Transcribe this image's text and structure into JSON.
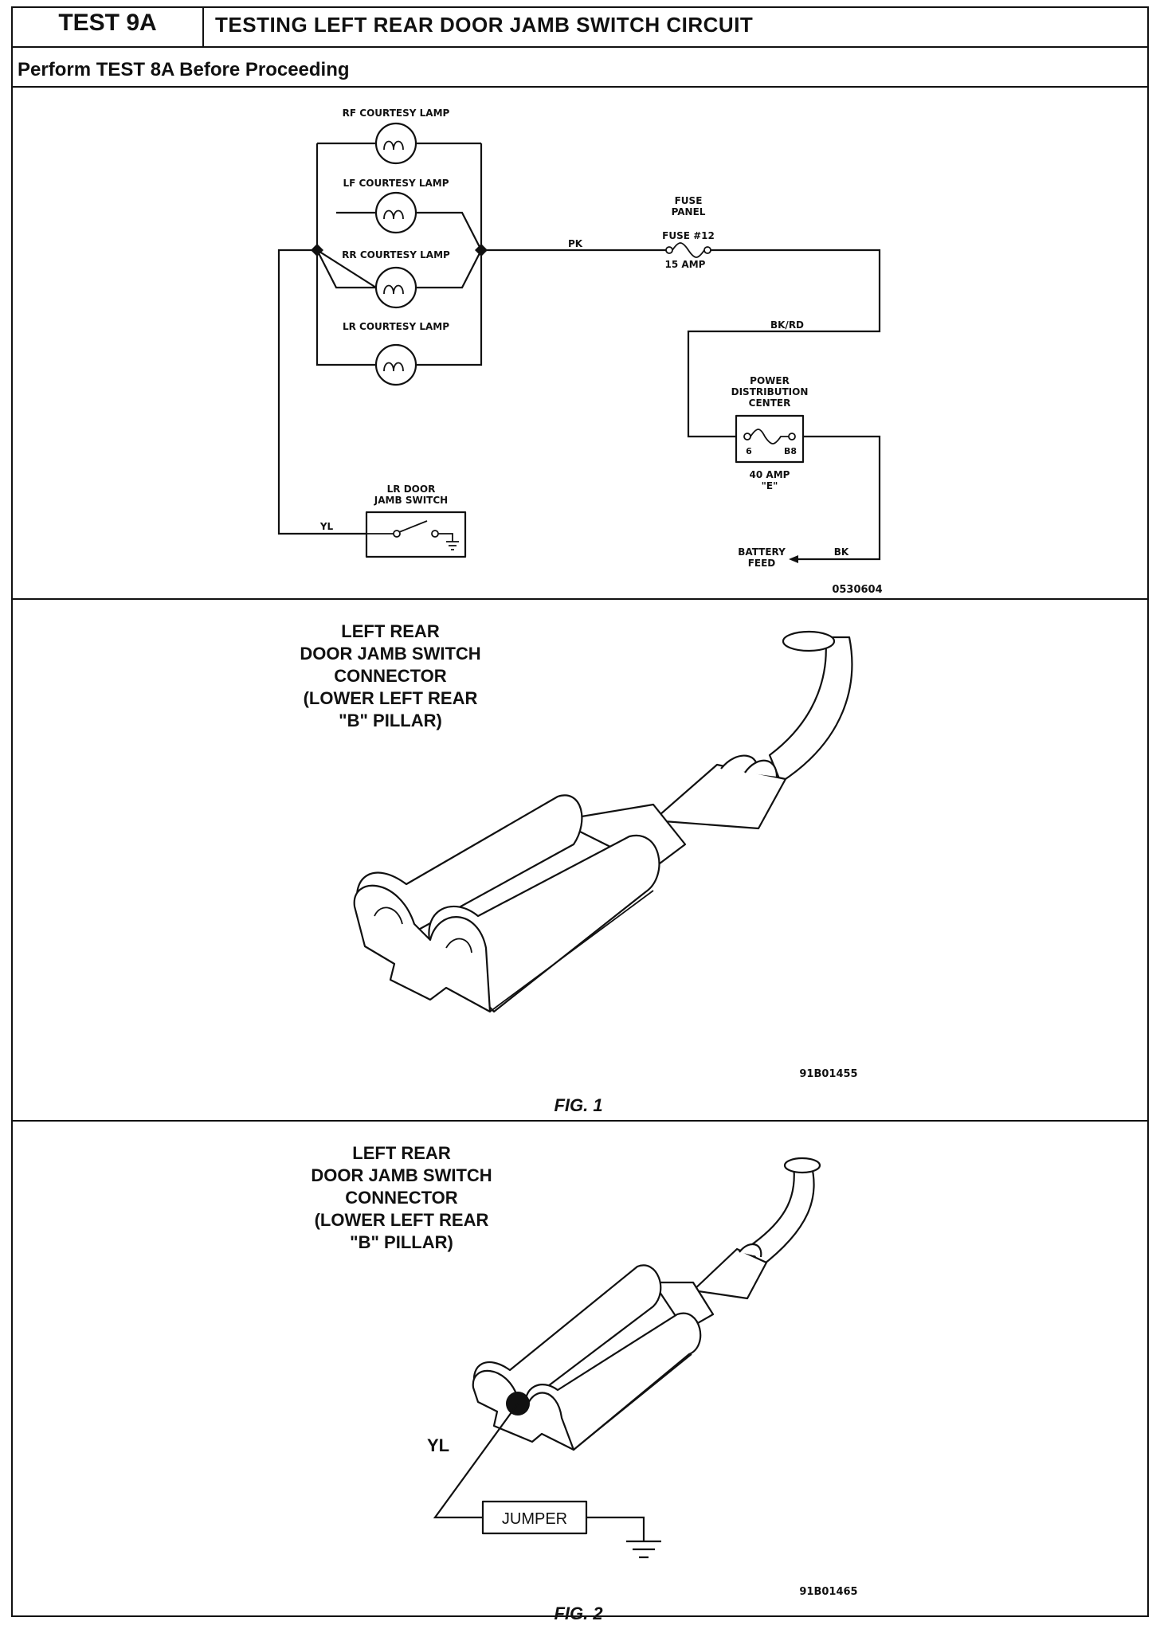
{
  "header": {
    "test_id": "TEST 9A",
    "title": "TESTING LEFT REAR DOOR JAMB SWITCH CIRCUIT",
    "prerequisite": "Perform TEST 8A Before Proceeding"
  },
  "schematic": {
    "lamps": [
      "RF COURTESY LAMP",
      "LF COURTESY LAMP",
      "RR COURTESY LAMP",
      "LR COURTESY LAMP"
    ],
    "wire_pk": "PK",
    "fuse_panel": [
      "FUSE",
      "PANEL"
    ],
    "fuse_12": "FUSE #12",
    "fuse_12_rating": "15 AMP",
    "wire_bk_rd": "BK/RD",
    "pdc": [
      "POWER",
      "DISTRIBUTION",
      "CENTER"
    ],
    "pdc_pin_left": "6",
    "pdc_pin_right": "B8",
    "pdc_fuse": [
      "40 AMP",
      "\"E\""
    ],
    "switch": [
      "LR DOOR",
      "JAMB SWITCH"
    ],
    "wire_yl": "YL",
    "battery_feed": [
      "BATTERY",
      "FEED"
    ],
    "wire_bk": "BK",
    "drawing_id": "0530604"
  },
  "figure1": {
    "connector_label": [
      "LEFT REAR",
      "DOOR JAMB SWITCH",
      "CONNECTOR",
      "(LOWER LEFT REAR",
      "\"B\" PILLAR)"
    ],
    "drawing_id": "91B01455",
    "caption": "FIG. 1"
  },
  "figure2": {
    "connector_label": [
      "LEFT REAR",
      "DOOR JAMB SWITCH",
      "CONNECTOR",
      "(LOWER LEFT REAR",
      "\"B\" PILLAR)"
    ],
    "wire_yl": "YL",
    "jumper": "JUMPER",
    "drawing_id": "91B01465",
    "caption": "FIG. 2"
  }
}
